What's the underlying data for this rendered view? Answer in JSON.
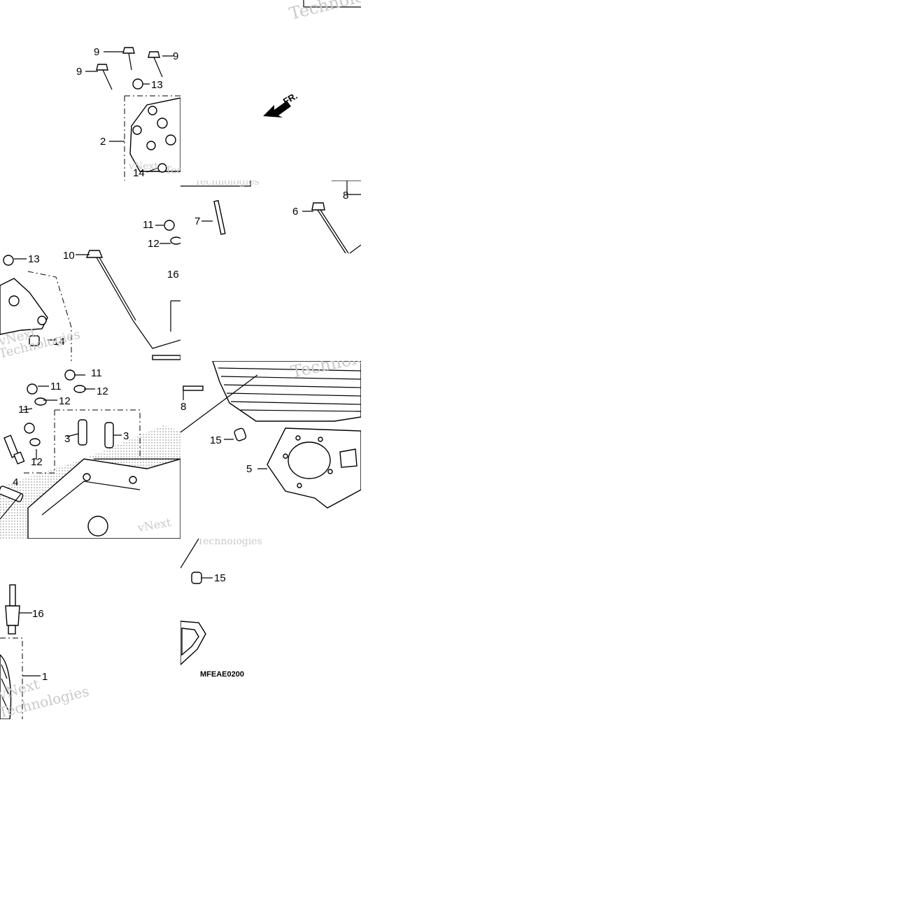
{
  "diagram": {
    "drawing_code": "MFEAE0200",
    "direction_label": "FR.",
    "watermark": {
      "line1": "vNext",
      "line2": "Technologies"
    },
    "callouts": {
      "one": "1",
      "two": "2",
      "three": "3",
      "four": "4",
      "five": "5",
      "six": "6",
      "seven": "7",
      "eight": "8",
      "nine": "9",
      "ten": "10",
      "eleven": "11",
      "twelve": "12",
      "thirteen": "13",
      "fourteen": "14",
      "fifteen": "15",
      "sixteen": "16"
    }
  }
}
